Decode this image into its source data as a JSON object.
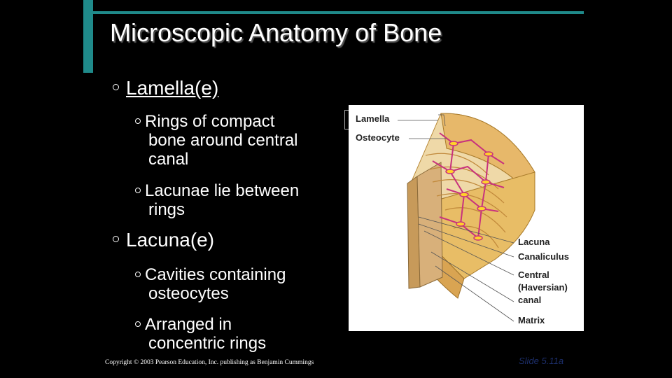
{
  "title": "Microscopic Anatomy of Bone",
  "bullets": {
    "lamella": {
      "label": "Lamella(e)",
      "sub1": [
        "Rings of compact",
        "bone around central",
        "canal"
      ],
      "sub2": [
        "Lacunae lie between",
        "rings"
      ]
    },
    "lacuna": {
      "label": "Lacuna(e)",
      "sub1": [
        "Cavities containing",
        "osteocytes"
      ],
      "sub2": [
        "Arranged in",
        "concentric rings"
      ]
    }
  },
  "figure": {
    "labels": {
      "lamella": "Lamella",
      "osteocyte": "Osteocyte",
      "lacuna": "Lacuna",
      "canaliculus": "Canaliculus",
      "central1": "Central",
      "central2": "(Haversian)",
      "central3": "canal",
      "matrix": "Matrix"
    }
  },
  "footer": {
    "copyright": "Copyright © 2003 Pearson Education, Inc. publishing as Benjamin Cummings",
    "slide": "Slide 5.11a"
  },
  "colors": {
    "accent": "#1f8a8a",
    "bone": "#e9c06d",
    "osteocyte": "#c8327d"
  }
}
